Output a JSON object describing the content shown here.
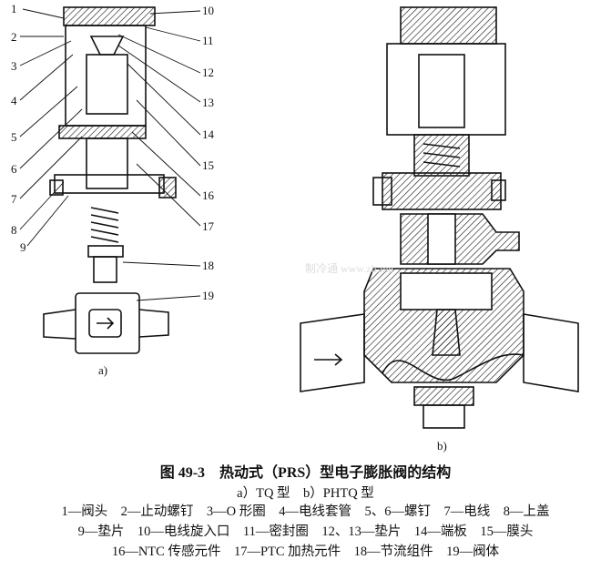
{
  "figure": {
    "title": "图 49-3　热动式（PRS）型电子膨胀阀的结构",
    "subtitle": "a）TQ 型　b）PHTQ 型",
    "legend_lines": [
      "1—阀头　2—止动螺钉　3—O 形圈　4—电线套管　5、6—螺钉　7—电线　8—上盖",
      "9—垫片　10—电线旋入口　11—密封圈　12、13—垫片　14—端板　15—膜头",
      "16—NTC 传感元件　17—PTC 加热元件　18—节流组件　19—阀体"
    ],
    "panel_a": "a)",
    "panel_b": "b)",
    "left_labels": [
      "1",
      "2",
      "3",
      "4",
      "5",
      "6",
      "7",
      "8",
      "9"
    ],
    "right_labels": [
      "10",
      "11",
      "12",
      "13",
      "14",
      "15",
      "16",
      "17",
      "18",
      "19"
    ],
    "watermark": "制冷通 www.zlt.me"
  }
}
